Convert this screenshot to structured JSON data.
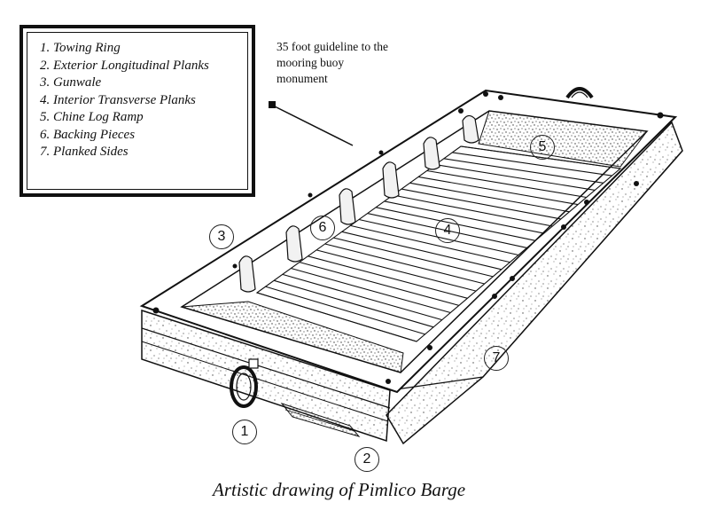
{
  "legend": {
    "items": [
      "1. Towing Ring",
      "2. Exterior Longitudinal Planks",
      "3. Gunwale",
      "4. Interior Transverse Planks",
      "5. Chine Log Ramp",
      "6. Backing Pieces",
      "7. Planked Sides"
    ]
  },
  "note": "35 foot guideline to the\nmooring buoy\nmonument",
  "callouts": [
    "1",
    "2",
    "3",
    "4",
    "5",
    "6",
    "7"
  ],
  "caption": "Artistic drawing of Pimlico Barge"
}
